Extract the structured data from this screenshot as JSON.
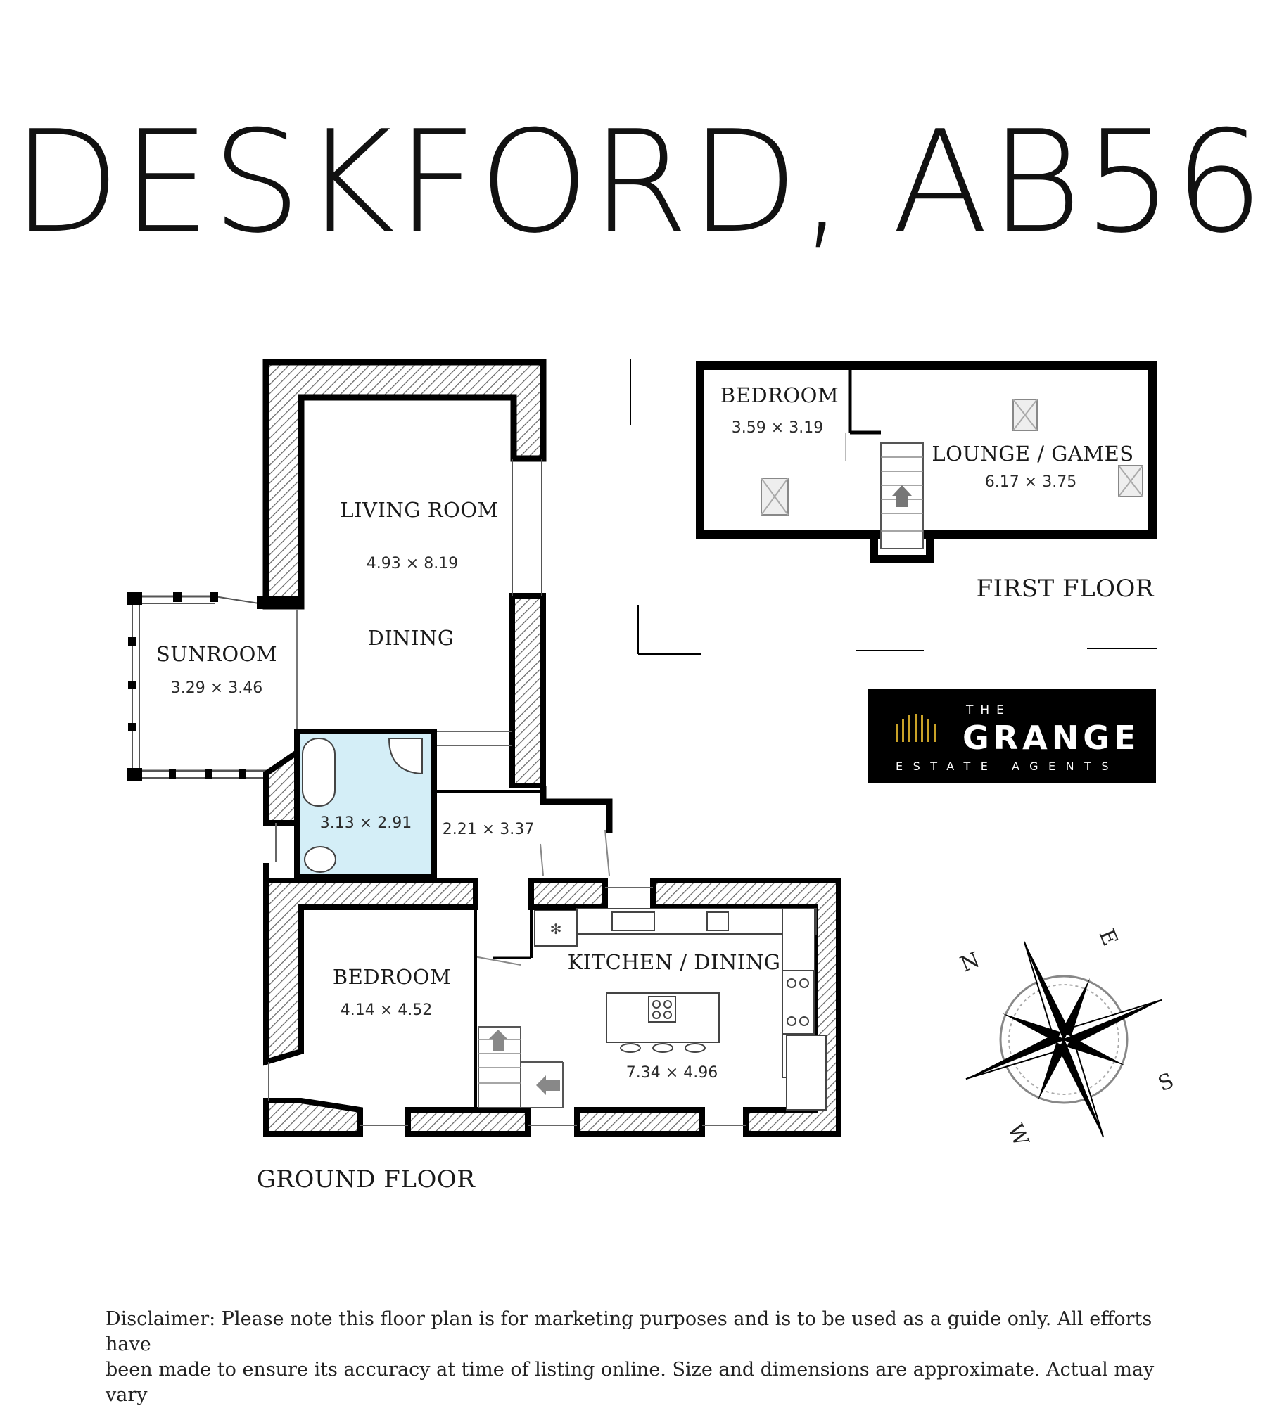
{
  "header": {
    "title": "DESKFORD, AB56"
  },
  "ground_floor": {
    "label": "GROUND FLOOR",
    "rooms": {
      "living_room": {
        "name": "LIVING ROOM",
        "dims": "4.93 × 8.19"
      },
      "dining": {
        "name": "DINING"
      },
      "sunroom": {
        "name": "SUNROOM",
        "dims": "3.29 × 3.46"
      },
      "bathroom": {
        "dims": "3.13 × 2.91"
      },
      "hall": {
        "dims": "2.21 × 3.37"
      },
      "bedroom": {
        "name": "BEDROOM",
        "dims": "4.14 × 4.52"
      },
      "kitchen": {
        "name": "KITCHEN / DINING",
        "dims": "7.34 × 4.96"
      }
    }
  },
  "first_floor": {
    "label": "FIRST FLOOR",
    "rooms": {
      "bedroom": {
        "name": "BEDROOM",
        "dims": "3.59 × 3.19"
      },
      "lounge": {
        "name": "LOUNGE / GAMES",
        "dims": "6.17 × 3.75"
      }
    }
  },
  "logo": {
    "the": "THE",
    "name": "GRANGE",
    "tagline": "ESTATE AGENTS"
  },
  "compass": {
    "n": "N",
    "e": "E",
    "s": "S",
    "w": "W"
  },
  "disclaimer": {
    "line1": "Disclaimer: Please note this floor plan is for marketing purposes and is to be used as a guide only.  All efforts have",
    "line2": "been made to ensure its accuracy at time of listing online. Size and dimensions are approximate. Actual may vary"
  },
  "colors": {
    "bathroom_fill": "#d4eef7",
    "wall": "#000000",
    "logo_bg": "#000000",
    "logo_accent": "#c9a227"
  }
}
